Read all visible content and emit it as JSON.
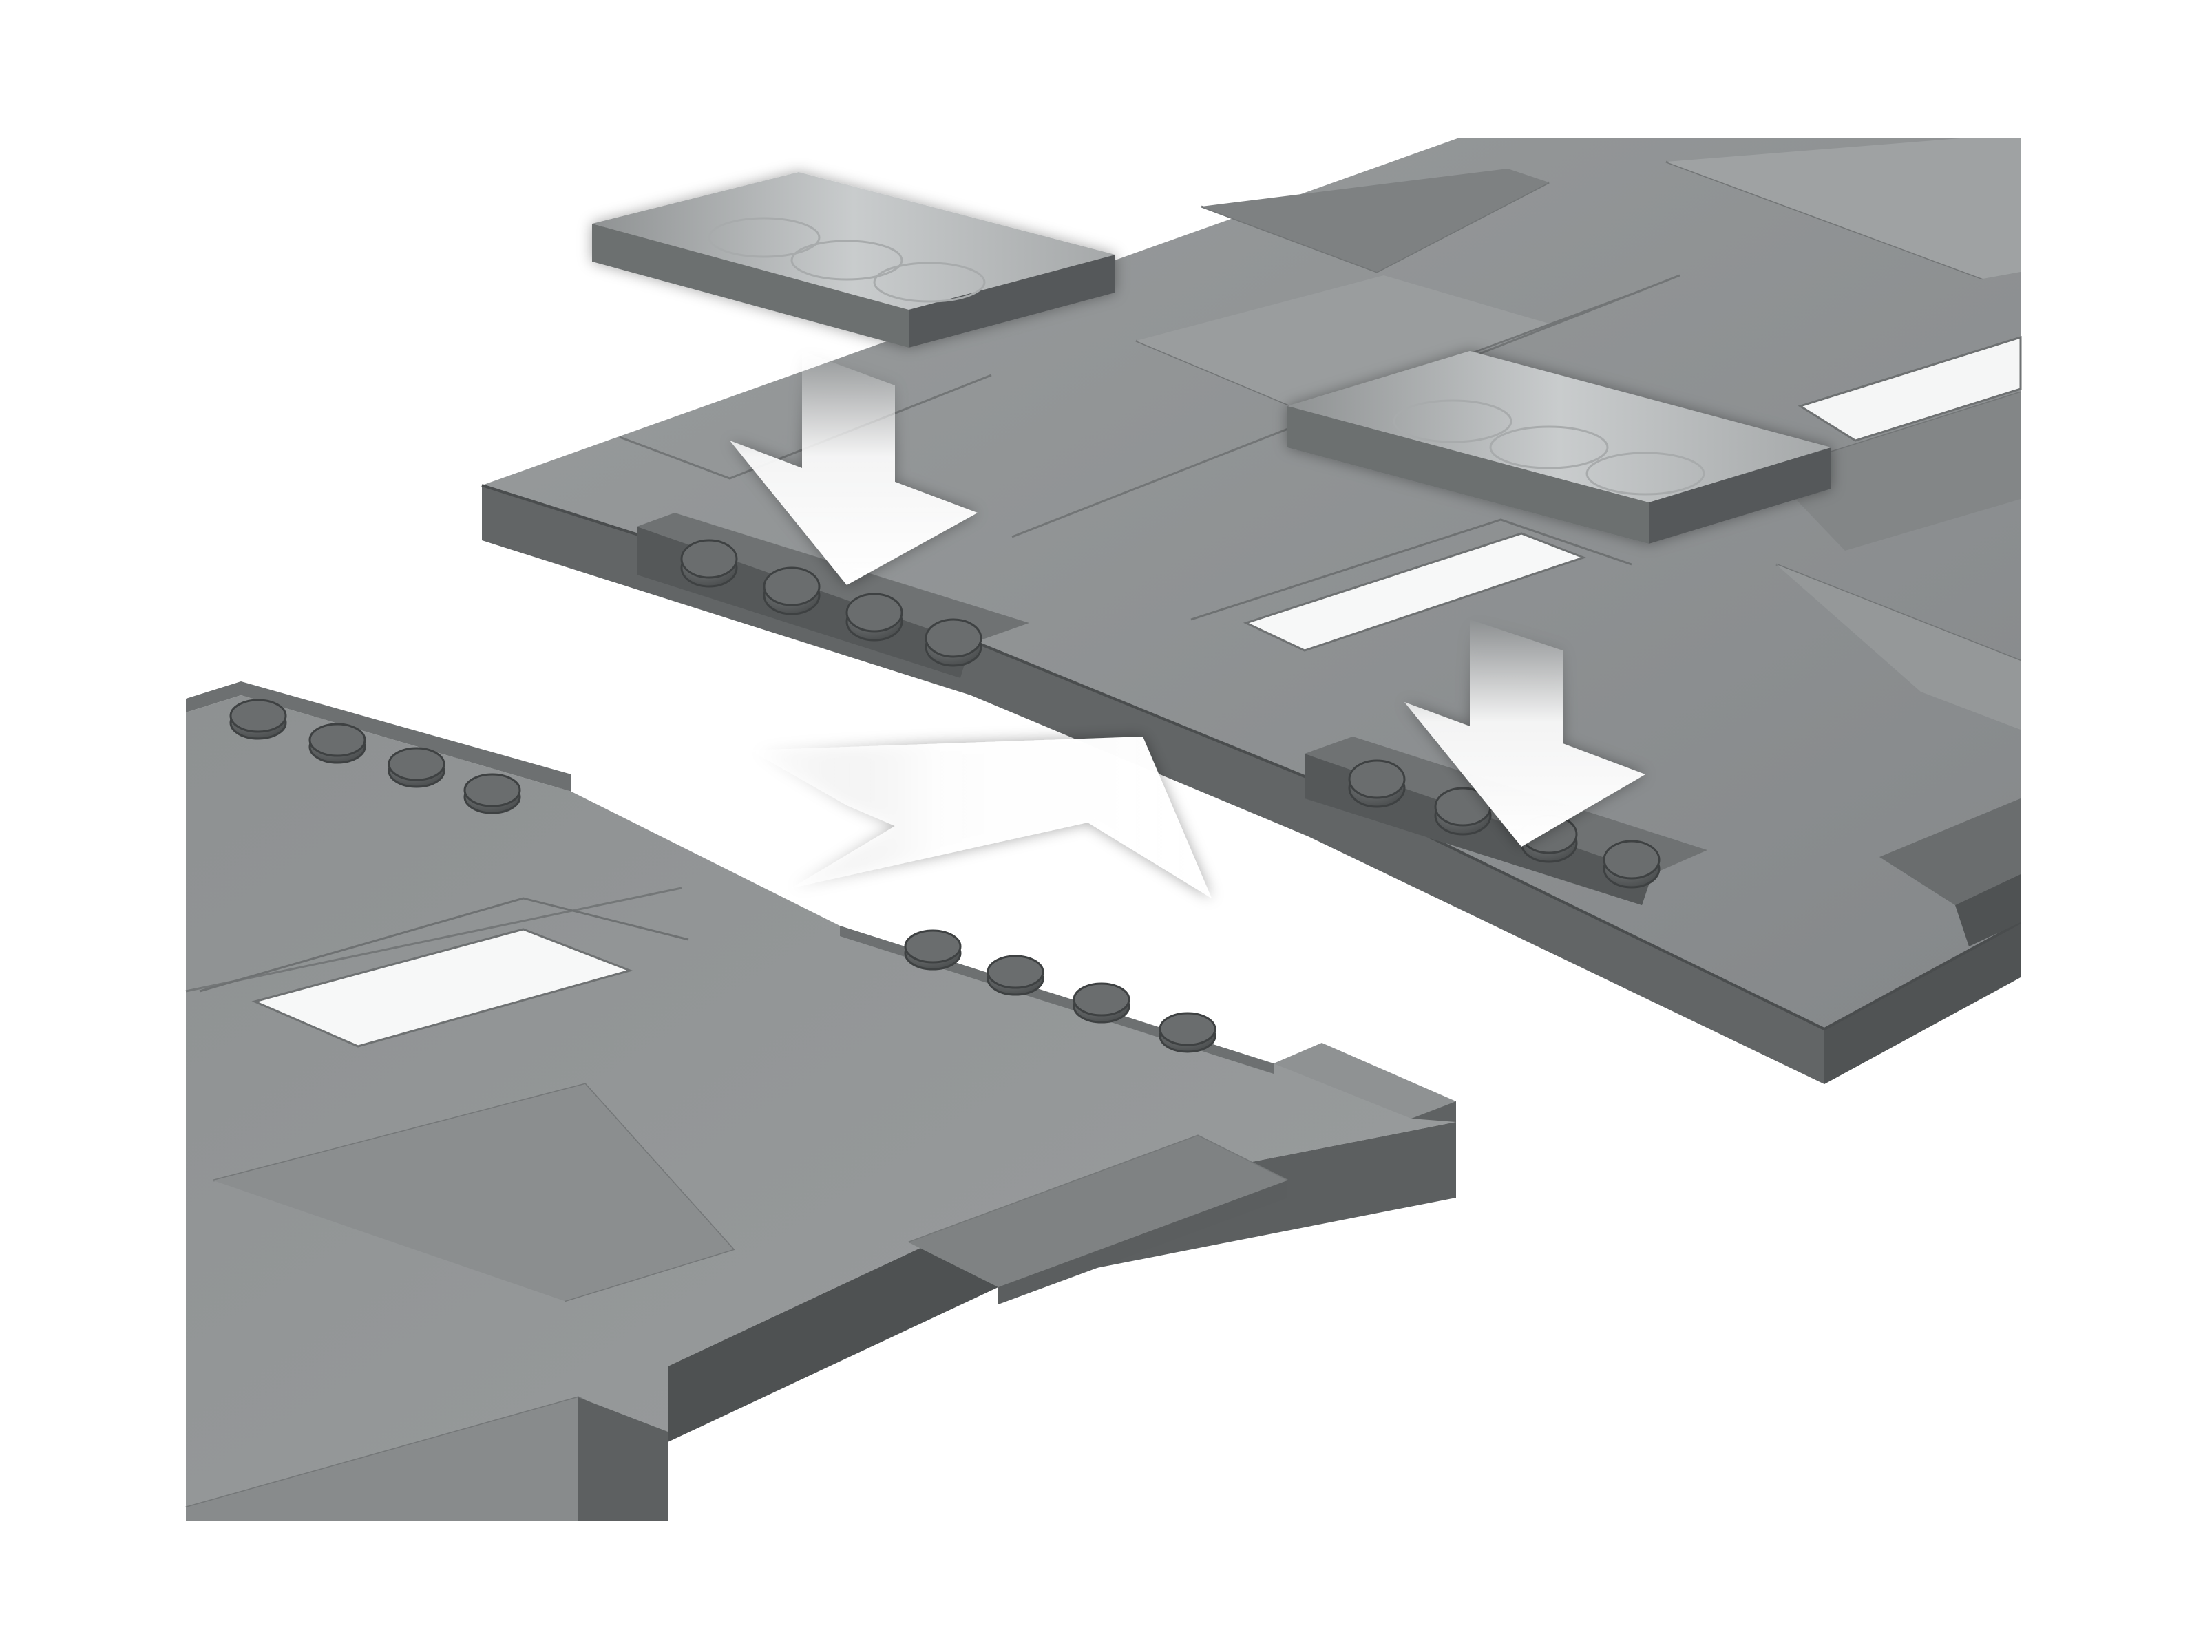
{
  "scene": {
    "subject": "road-plate-connection-illustration",
    "colors": {
      "background": "#ffffff",
      "plate_top": "#8b8e8f",
      "plate_top_light": "#a2a5a6",
      "plate_side": "#5b5e5f",
      "plate_edge": "#474a4b",
      "stud": "#4f5253",
      "stud_top": "#6b6e6f",
      "marking_white": "#f7f8f8",
      "recess": "#727576",
      "tile_top": "#b6b9ba",
      "tile_side": "#6c6f70",
      "arrow_fill": "#ffffff"
    },
    "elements": [
      {
        "name": "back-road-plate",
        "kind": "baseplate"
      },
      {
        "name": "front-road-plate",
        "kind": "baseplate"
      },
      {
        "name": "loose-tile-left",
        "kind": "tile-2x4"
      },
      {
        "name": "loose-tile-right",
        "kind": "tile-2x4"
      },
      {
        "name": "insert-arrow-left",
        "kind": "down-arrow"
      },
      {
        "name": "insert-arrow-right",
        "kind": "down-arrow"
      },
      {
        "name": "connect-arrow",
        "kind": "join-arrow"
      }
    ]
  }
}
